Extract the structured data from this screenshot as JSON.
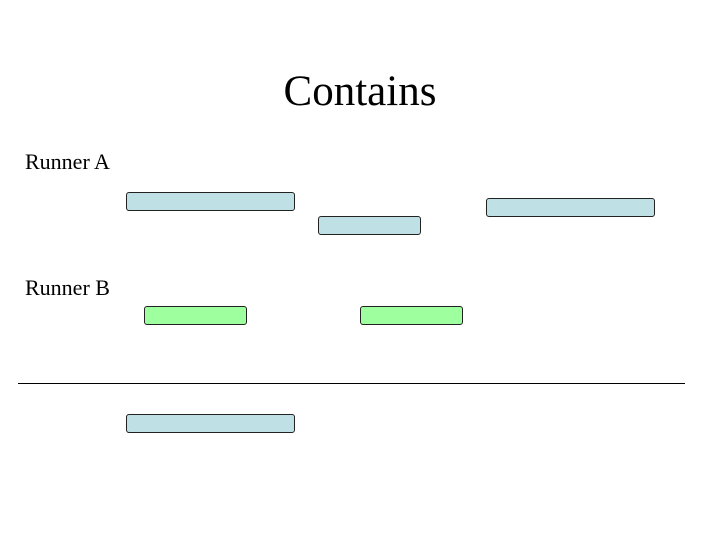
{
  "title": "Contains",
  "runners": {
    "a": {
      "label": "Runner A"
    },
    "b": {
      "label": "Runner B"
    }
  },
  "colors": {
    "runner_a_bar": "#bfe0e4",
    "runner_b_bar": "#9dff9d",
    "result_bar": "#bfe0e4",
    "outline": "#222222"
  }
}
